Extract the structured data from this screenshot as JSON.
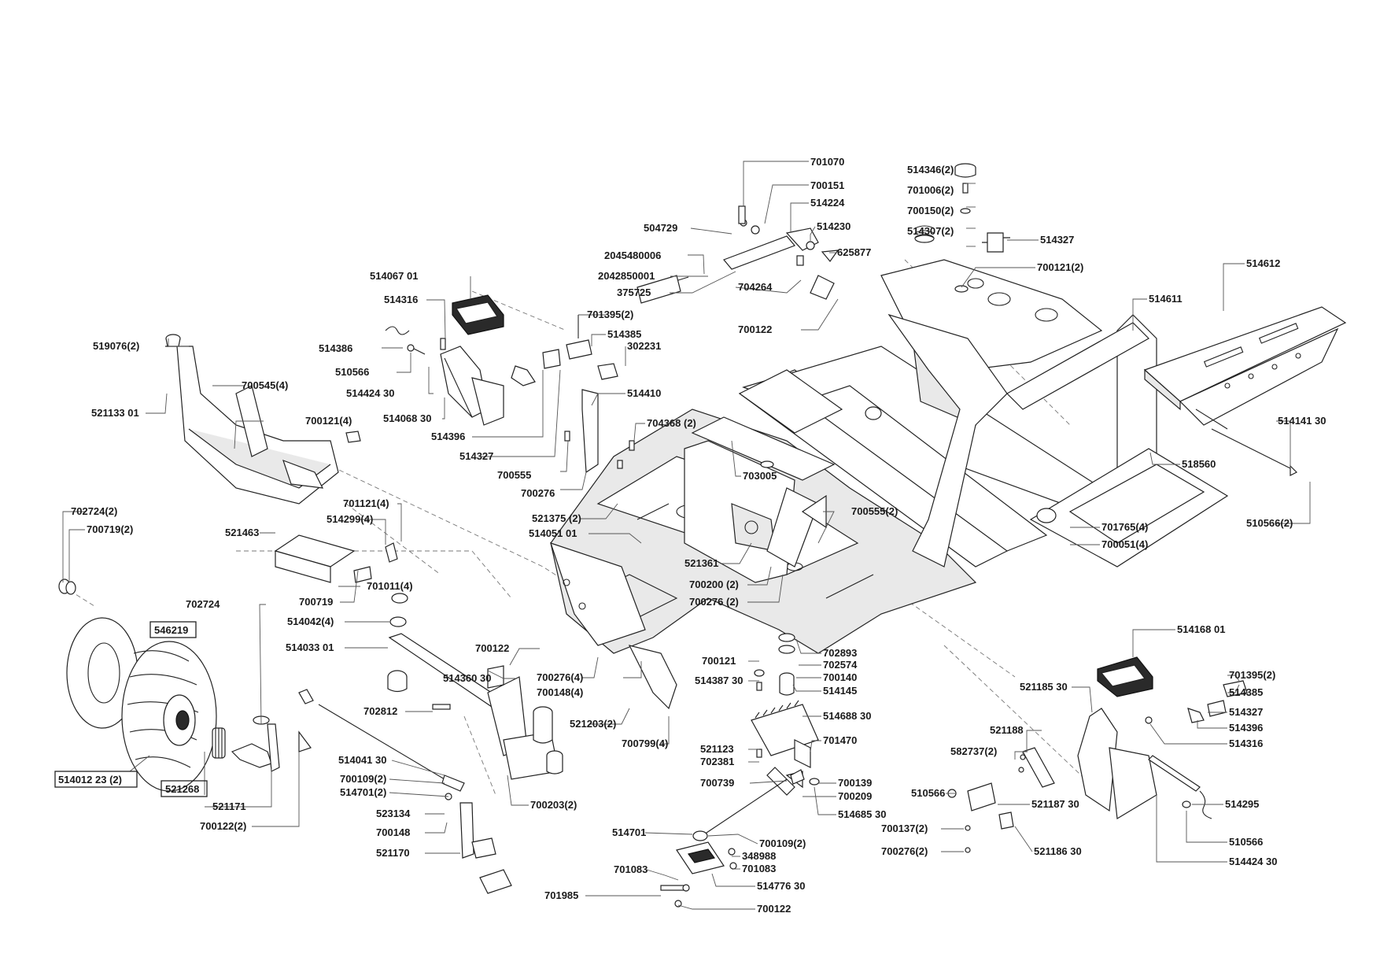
{
  "diagram": {
    "labels": {
      "l701070": "701070",
      "l700151": "700151",
      "l514224": "514224",
      "l504729": "504729",
      "l514230": "514230",
      "l625877": "625877",
      "l2045480006": "2045480006",
      "l2042850001": "2042850001",
      "l375725": "375725",
      "l704264": "704264",
      "l700122a": "700122",
      "l514346": "514346(2)",
      "l701006": "701006(2)",
      "l700150": "700150(2)",
      "l514307": "514307(2)",
      "l514327a": "514327",
      "l700121b": "700121(2)",
      "l514612": "514612",
      "l514611": "514611",
      "l514067": "514067 01",
      "l514316a": "514316",
      "l514386": "514386",
      "l510566a": "510566",
      "l514424a": "514424 30",
      "l514068": "514068 30",
      "l514396a": "514396",
      "l514327b": "514327",
      "l701395a": "701395(2)",
      "l514385a": "514385",
      "l302231": "302231",
      "l514410": "514410",
      "l700555a": "700555",
      "l700276a": "700276",
      "l704368": "704368 (2)",
      "l519076": "519076(2)",
      "l700545": "700545(4)",
      "l521133": "521133 01",
      "l700121a": "700121(4)",
      "l703005": "703005",
      "l700555b": "700555(2)",
      "l521375": "521375 (2)",
      "l514051": "514051 01",
      "l521361": "521361",
      "l700200": "700200 (2)",
      "l700276b": "700276 (2)",
      "l514141": "514141 30",
      "l518560": "518560",
      "l701765": "701765(4)",
      "l700051": "700051(4)",
      "l510566b": "510566(2)",
      "l702724b": "702724(2)",
      "l700719b": "700719(2)",
      "l701121": "701121(4)",
      "l514299": "514299(4)",
      "l521463": "521463",
      "l701011": "701011(4)",
      "l700719a": "700719",
      "l702724a": "702724",
      "l546219": "546219",
      "l514042": "514042(4)",
      "l514033": "514033 01",
      "l700122b": "700122",
      "l514360": "514360 30",
      "l700276c": "700276(4)",
      "l700148a": "700148(4)",
      "l521203": "521203(2)",
      "l700799": "700799(4)",
      "l702812": "702812",
      "l514012": "514012 23 (2)",
      "l521268": "521268",
      "l521171": "521171",
      "l700122c": "700122(2)",
      "l514041": "514041 30",
      "l700109a": "700109(2)",
      "l514701a": "514701(2)",
      "l523134": "523134",
      "l700148b": "700148",
      "l521170": "521170",
      "l700203": "700203(2)",
      "l700121c": "700121",
      "l514387": "514387 30",
      "l702893": "702893",
      "l702574": "702574",
      "l700140": "700140",
      "l514145": "514145",
      "l514688": "514688 30",
      "l701470": "701470",
      "l521123": "521123",
      "l702381": "702381",
      "l700739": "700739",
      "l700139": "700139",
      "l700209": "700209",
      "l514685": "514685 30",
      "l514701b": "514701",
      "l700109b": "700109(2)",
      "l348988": "348988",
      "l701083a": "701083",
      "l701083b": "701083",
      "l514776": "514776 30",
      "l701985": "701985",
      "l700122d": "700122",
      "l514168": "514168 01",
      "l521185": "521185 30",
      "l701395b": "701395(2)",
      "l514385b": "514385",
      "l521188": "521188",
      "l514327c": "514327",
      "l514396b": "514396",
      "l514316b": "514316",
      "l582737": "582737(2)",
      "l510566c": "510566",
      "l521187": "521187 30",
      "l514295": "514295",
      "l700137": "700137(2)",
      "l700276d": "700276(2)",
      "l521186": "521186 30",
      "l510566d": "510566",
      "l514424b": "514424 30"
    }
  }
}
